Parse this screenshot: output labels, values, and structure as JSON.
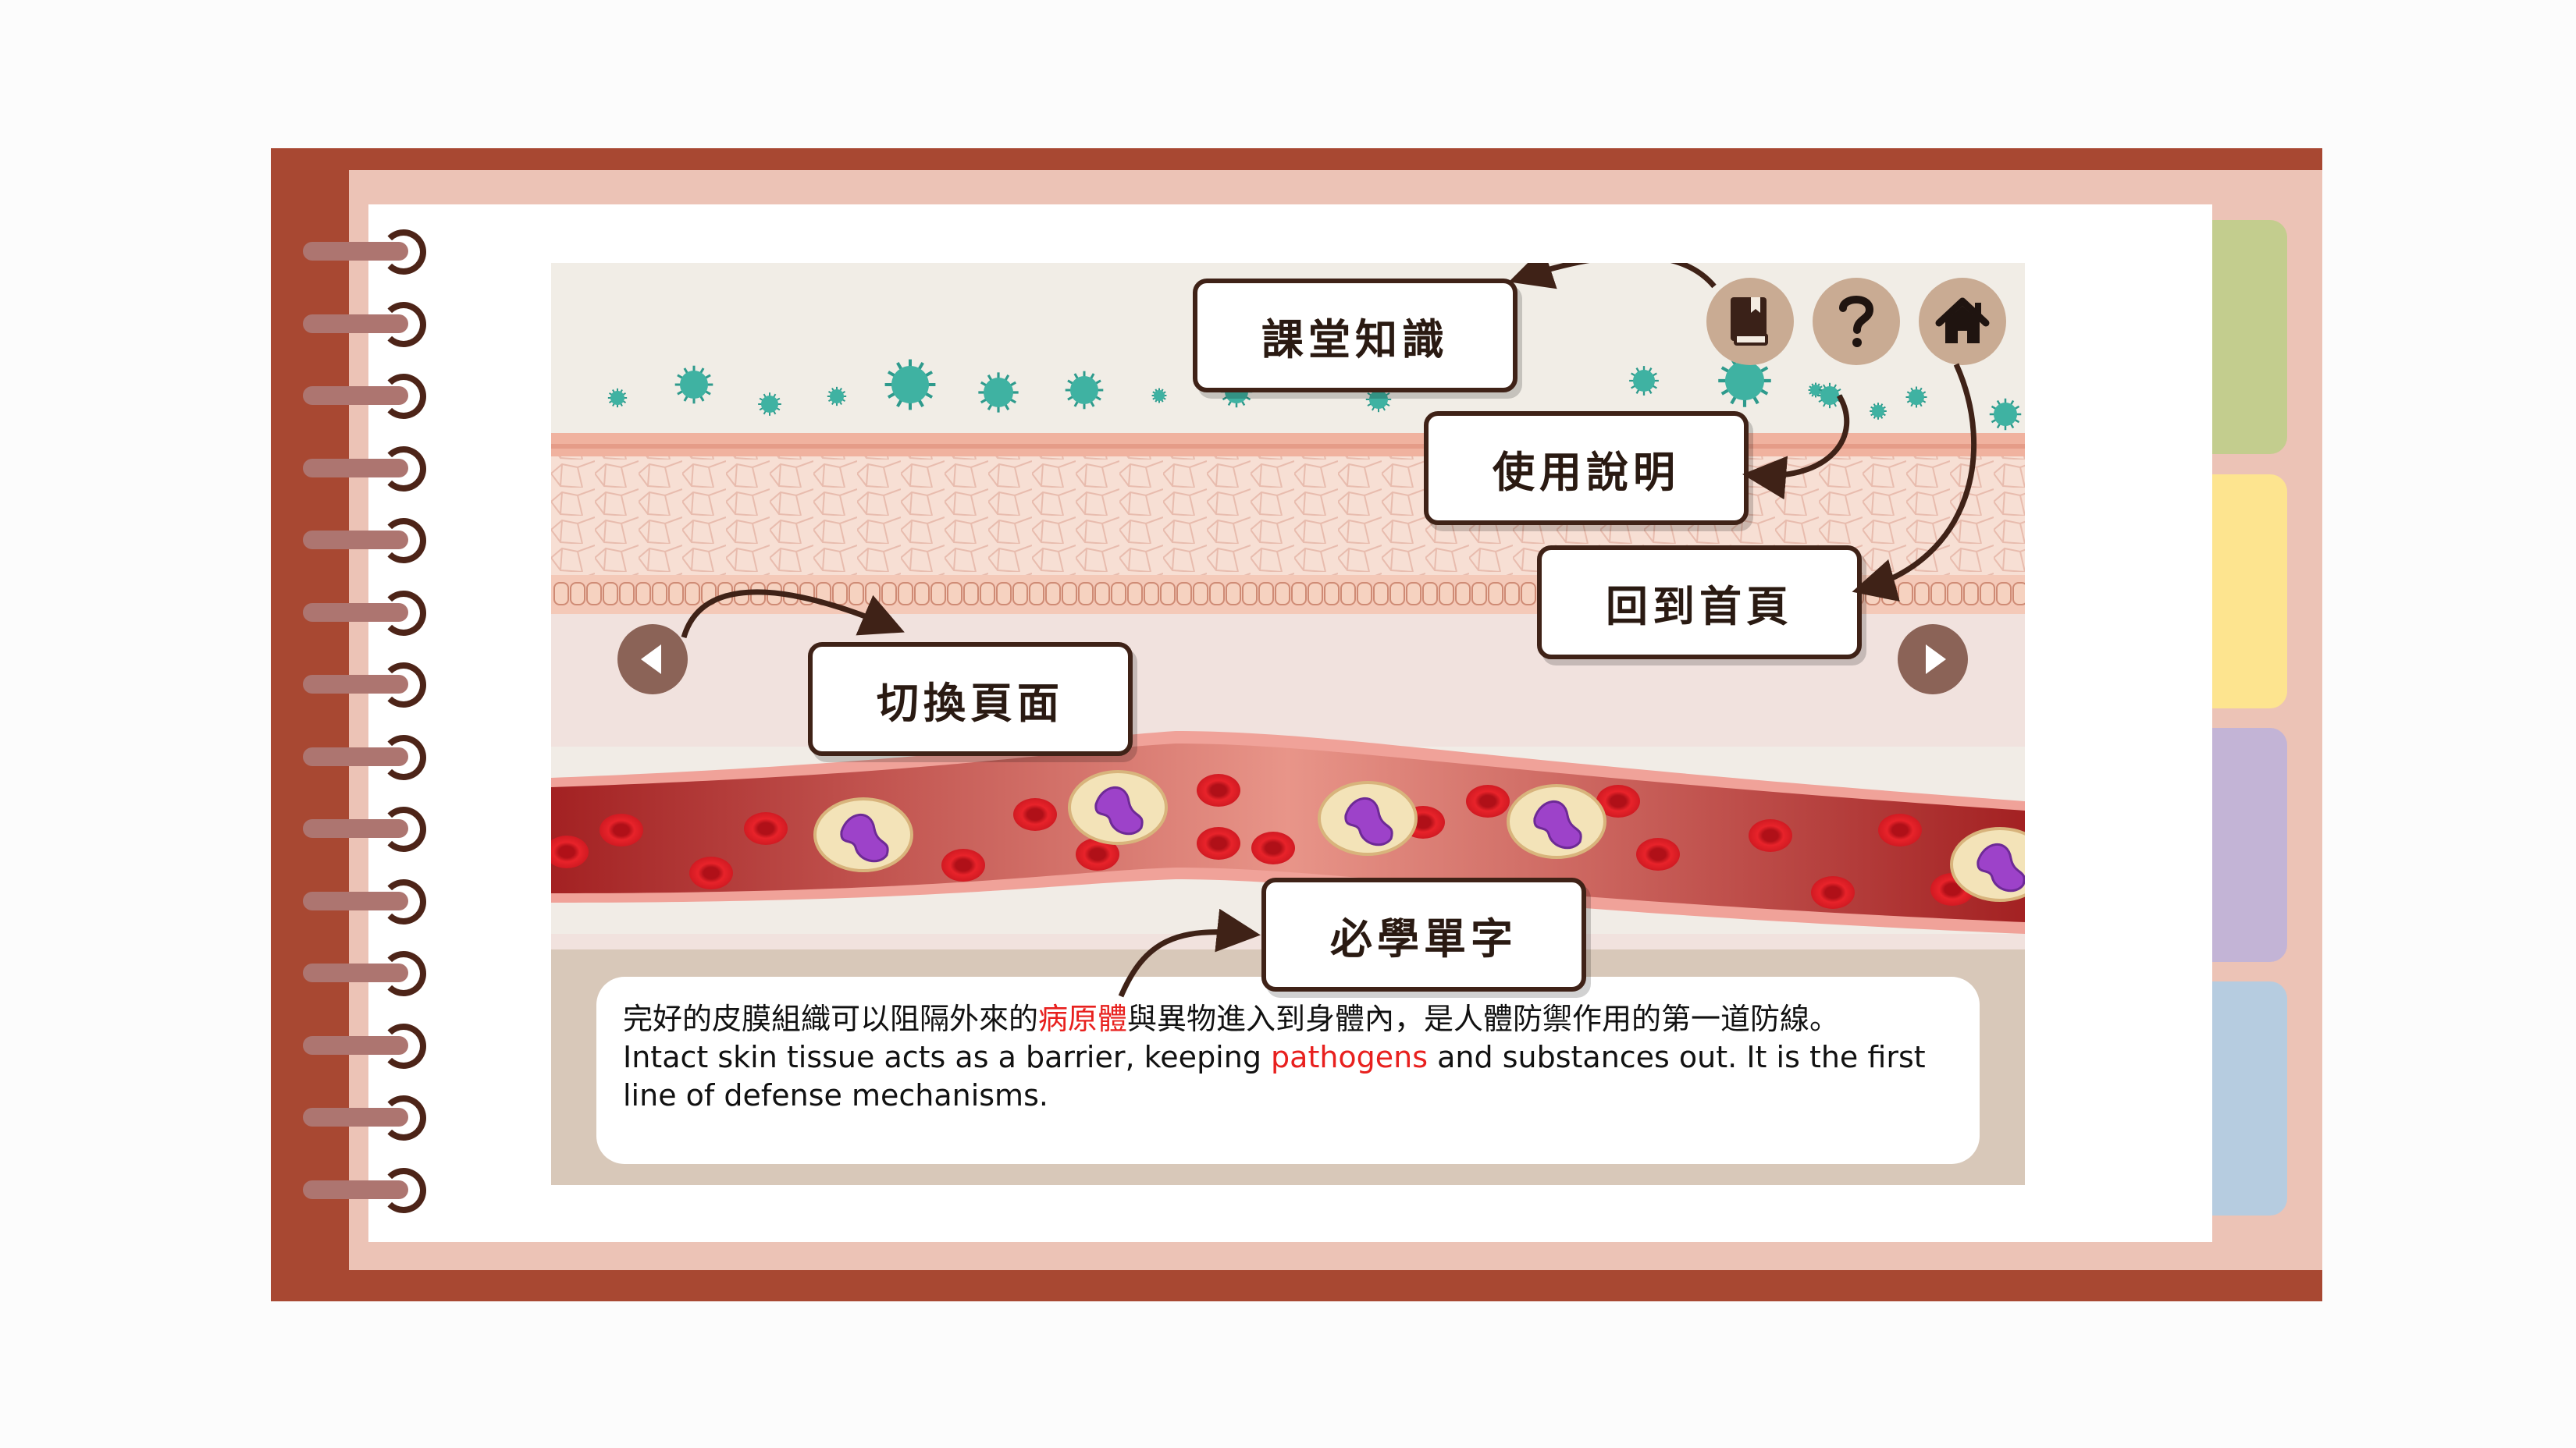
{
  "callouts": {
    "knowledge": "課堂知識",
    "instructions": "使用說明",
    "home": "回到首頁",
    "switch_page": "切換頁面",
    "vocabulary": "必學單字"
  },
  "icons": {
    "knowledge_button": "book-icon",
    "help_button": "question-mark-icon",
    "home_button": "house-icon",
    "prev_button": "triangle-left-icon",
    "next_button": "triangle-right-icon"
  },
  "caption": {
    "zh_before": "完好的皮膜組織可以阻隔外來的",
    "zh_highlight": "病原體",
    "zh_after": "與異物進入到身體內，是人體防禦作用的第一道防線。",
    "en_before": "Intact skin tissue acts as a barrier, keeping ",
    "en_highlight": "pathogens",
    "en_after": " and substances out. It is the first line of defense mechanisms."
  },
  "colors": {
    "cover": "#a84832",
    "inner": "#ecc3b6",
    "tabs": [
      "#c3cd8e",
      "#fde48f",
      "#c3b4d6",
      "#b6cce0"
    ],
    "highlight": "#e8201e",
    "button": "#c9ab93"
  }
}
